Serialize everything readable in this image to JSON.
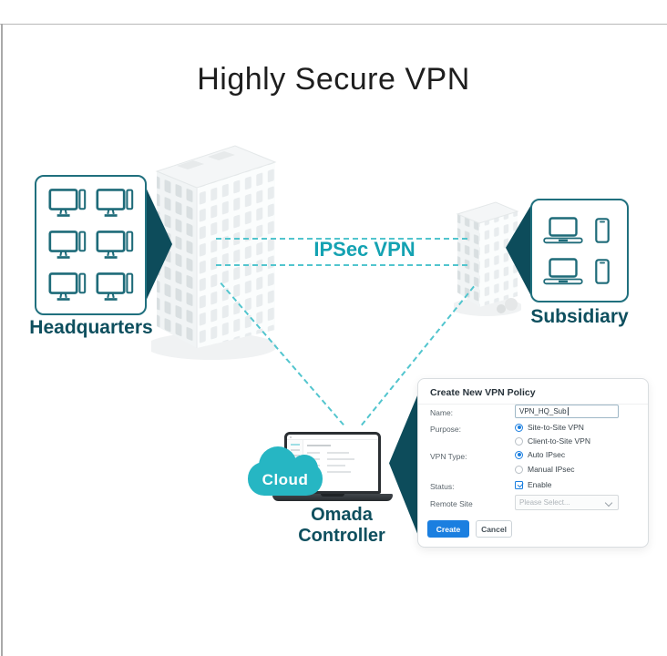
{
  "title": "Highly Secure VPN",
  "headquarters": {
    "label": "Headquarters",
    "device_count": 6,
    "device_type": "desktop-computer"
  },
  "subsidiary": {
    "label": "Subsidiary",
    "devices": [
      "laptop",
      "phone",
      "laptop",
      "phone"
    ]
  },
  "vpn_link": {
    "label": "IPSec VPN",
    "style": "dashed-teal"
  },
  "cloud": {
    "label": "Cloud"
  },
  "controller": {
    "line1": "Omada",
    "line2": "Controller"
  },
  "dialog": {
    "title": "Create New VPN Policy",
    "name": {
      "label": "Name:",
      "value": "VPN_HQ_Sub"
    },
    "purpose": {
      "label": "Purpose:",
      "options": [
        {
          "label": "Site-to-Site VPN",
          "selected": true
        },
        {
          "label": "Client-to-Site VPN",
          "selected": false
        }
      ]
    },
    "vpn_type": {
      "label": "VPN Type:",
      "options": [
        {
          "label": "Auto IPsec",
          "selected": true
        },
        {
          "label": "Manual IPsec",
          "selected": false
        }
      ]
    },
    "status": {
      "label": "Status:",
      "checkbox_label": "Enable",
      "checked": true
    },
    "remote_site": {
      "label": "Remote Site",
      "value": "Please Select..."
    },
    "buttons": {
      "create": "Create",
      "cancel": "Cancel"
    }
  },
  "colors": {
    "dark_teal": "#0d4c5b",
    "teal_accent": "#14a2b2",
    "dash_teal": "#52c5ce",
    "cloud_teal": "#26b6c3",
    "action_blue": "#1b7fe0",
    "device_outline": "#1e6b79"
  }
}
